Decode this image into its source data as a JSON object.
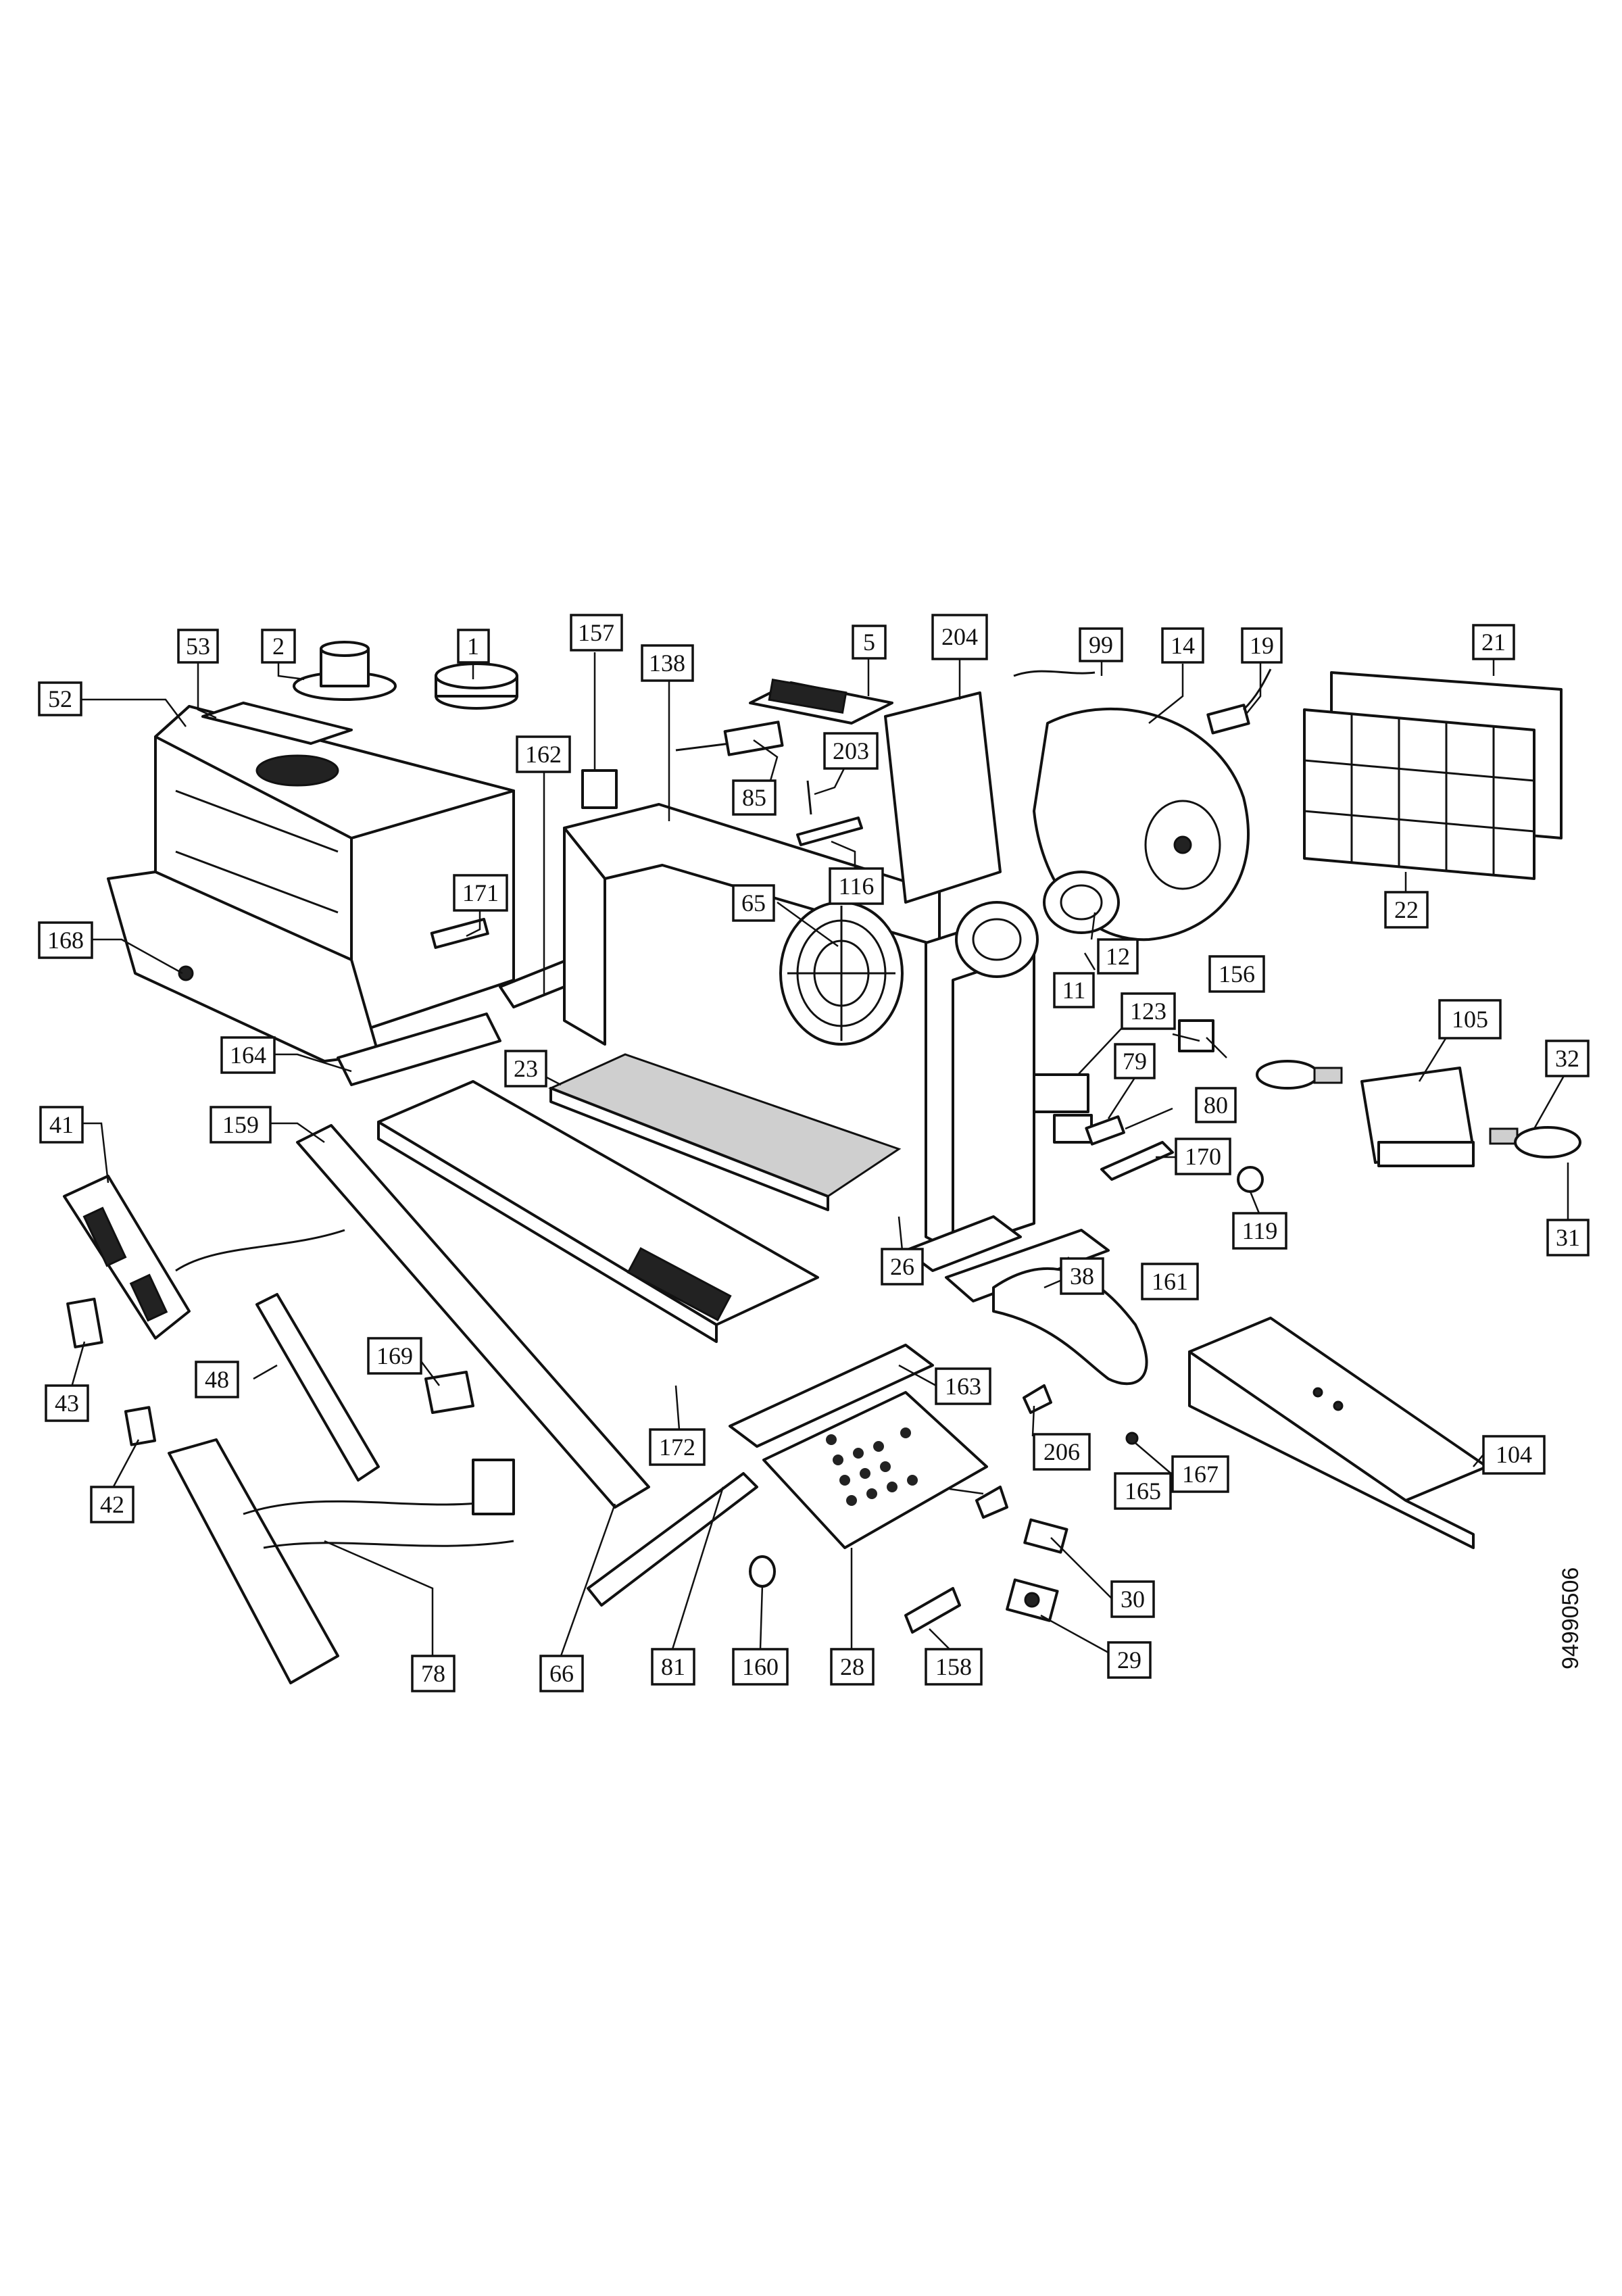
{
  "callouts": {
    "c1": "1",
    "c2": "2",
    "c5": "5",
    "c11": "11",
    "c12": "12",
    "c14": "14",
    "c19": "19",
    "c21": "21",
    "c22": "22",
    "c23": "23",
    "c26": "26",
    "c28": "28",
    "c29": "29",
    "c30": "30",
    "c31": "31",
    "c32": "32",
    "c38": "38",
    "c41": "41",
    "c42": "42",
    "c43": "43",
    "c48": "48",
    "c52": "52",
    "c53": "53",
    "c65": "65",
    "c66": "66",
    "c78": "78",
    "c79": "79",
    "c80": "80",
    "c81": "81",
    "c85": "85",
    "c99": "99",
    "c104": "104",
    "c105": "105",
    "c116": "116",
    "c119": "119",
    "c123": "123",
    "c138": "138",
    "c156": "156",
    "c157": "157",
    "c158": "158",
    "c159": "159",
    "c160": "160",
    "c161": "161",
    "c162": "162",
    "c163": "163",
    "c164": "164",
    "c165": "165",
    "c167": "167",
    "c168": "168",
    "c169": "169",
    "c170": "170",
    "c171": "171",
    "c172": "172",
    "c203": "203",
    "c204": "204",
    "c206": "206"
  },
  "document_id": "94990506"
}
